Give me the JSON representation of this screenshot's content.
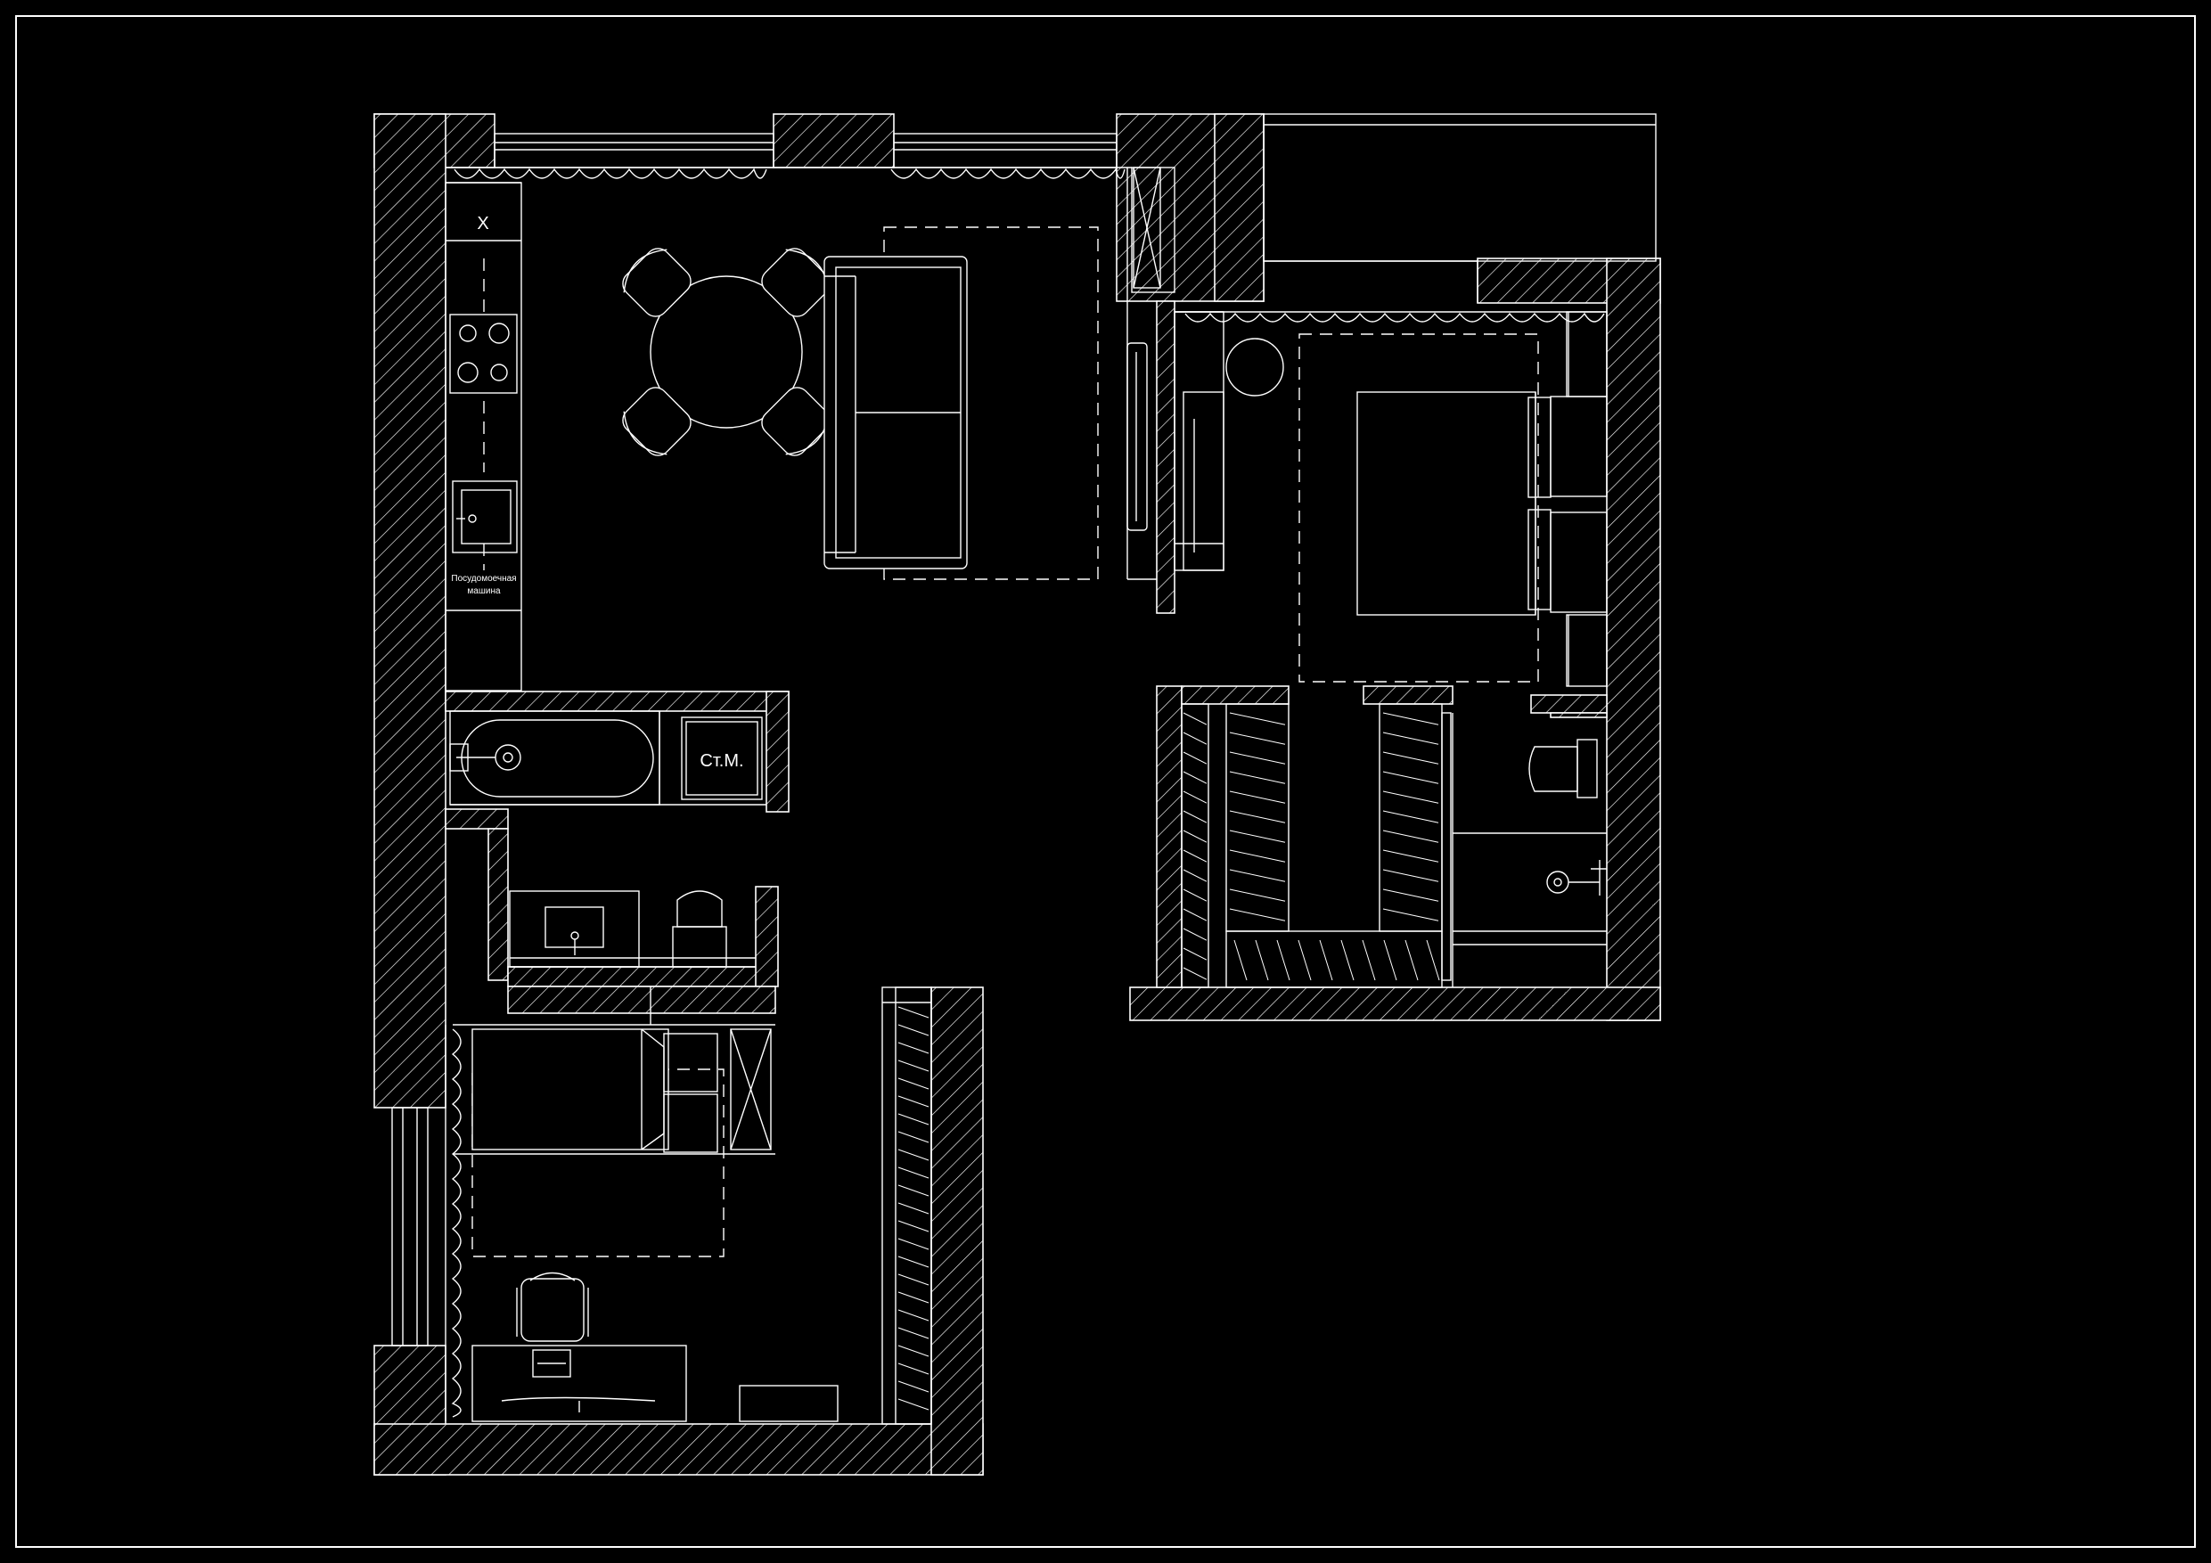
{
  "labels": {
    "washer": "Ст.М.",
    "dishwasher_line1": "Посудомоечная",
    "dishwasher_line2": "машина",
    "sink_marker": "X"
  },
  "colors": {
    "background": "#000000",
    "lines": "#ffffff"
  }
}
